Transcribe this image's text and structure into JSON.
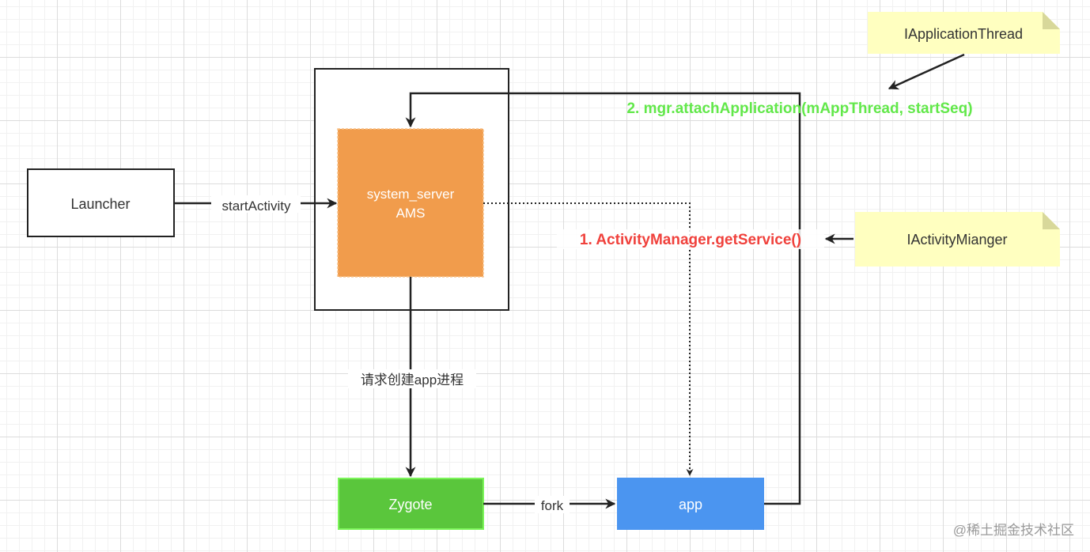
{
  "nodes": {
    "launcher": "Launcher",
    "system_server_line1": "system_server",
    "system_server_line2": "AMS",
    "zygote": "Zygote",
    "app": "app",
    "iapplicationthread": "IApplicationThread",
    "iactivitymianger": "IActivityMianger"
  },
  "edges": {
    "start_activity": "startActivity",
    "create_process": "请求创建app进程",
    "fork": "fork",
    "get_service": "1. ActivityManager.getService()",
    "attach_application": "2. mgr.attachApplication(mAppThread, startSeq)"
  },
  "watermark": "@稀土掘金技术社区",
  "colors": {
    "ams_fill": "#f19c4c",
    "zygote_fill": "#5ac63c",
    "zygote_border": "#7cf55a",
    "app_fill": "#4b95f0",
    "note_fill": "#ffffc0",
    "note_fold": "#d8d89a",
    "step1_text": "#f0413c",
    "step2_text": "#62e84a"
  }
}
